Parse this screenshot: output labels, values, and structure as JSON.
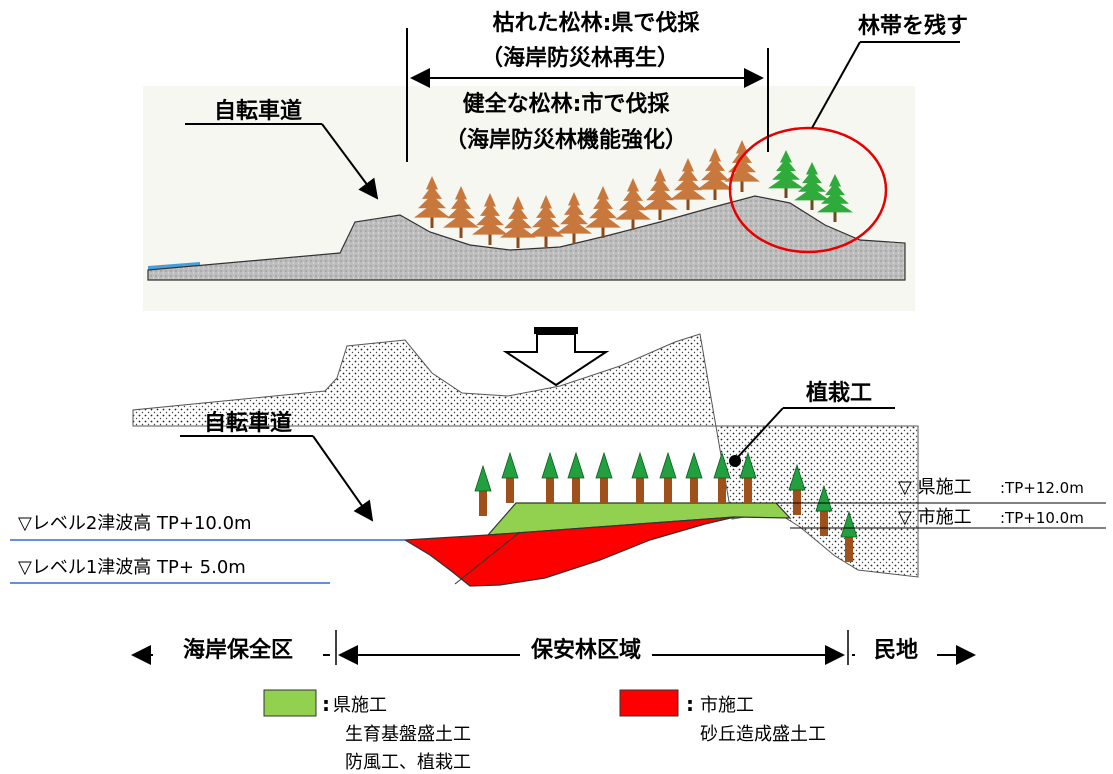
{
  "top": {
    "cut_pref_line1": "枯れた松林:県で伐採",
    "cut_pref_line2": "（海岸防災林再生）",
    "cut_city_line1": "健全な松林:市で伐採",
    "cut_city_line2": "（海岸防災林機能強化）",
    "keep_belt": "林帯を残す",
    "bike_path": "自転車道"
  },
  "bottom": {
    "planting": "植栽工",
    "bike_path": "自転車道",
    "tsunami_l2": "▽レベル2津波高 TP+10.0m",
    "tsunami_l1": "▽レベル1津波高 TP+ 5.0m",
    "pref_height_label": "▽ 県施工",
    "pref_height_value": ":TP+12.0m",
    "city_height_label": "▽ 市施工",
    "city_height_value": ":TP+10.0m",
    "zone_coast": "海岸保全区",
    "zone_forest": "保安林区域",
    "zone_private": "民地"
  },
  "legend": {
    "pref_title": "県施工",
    "pref_line2": "生育基盤盛土工",
    "pref_line3": "防風工、植栽工",
    "city_title": "市施工",
    "city_line2": "砂丘造成盛土工",
    "pref_color": "#92d050",
    "city_color": "#ff0000"
  }
}
